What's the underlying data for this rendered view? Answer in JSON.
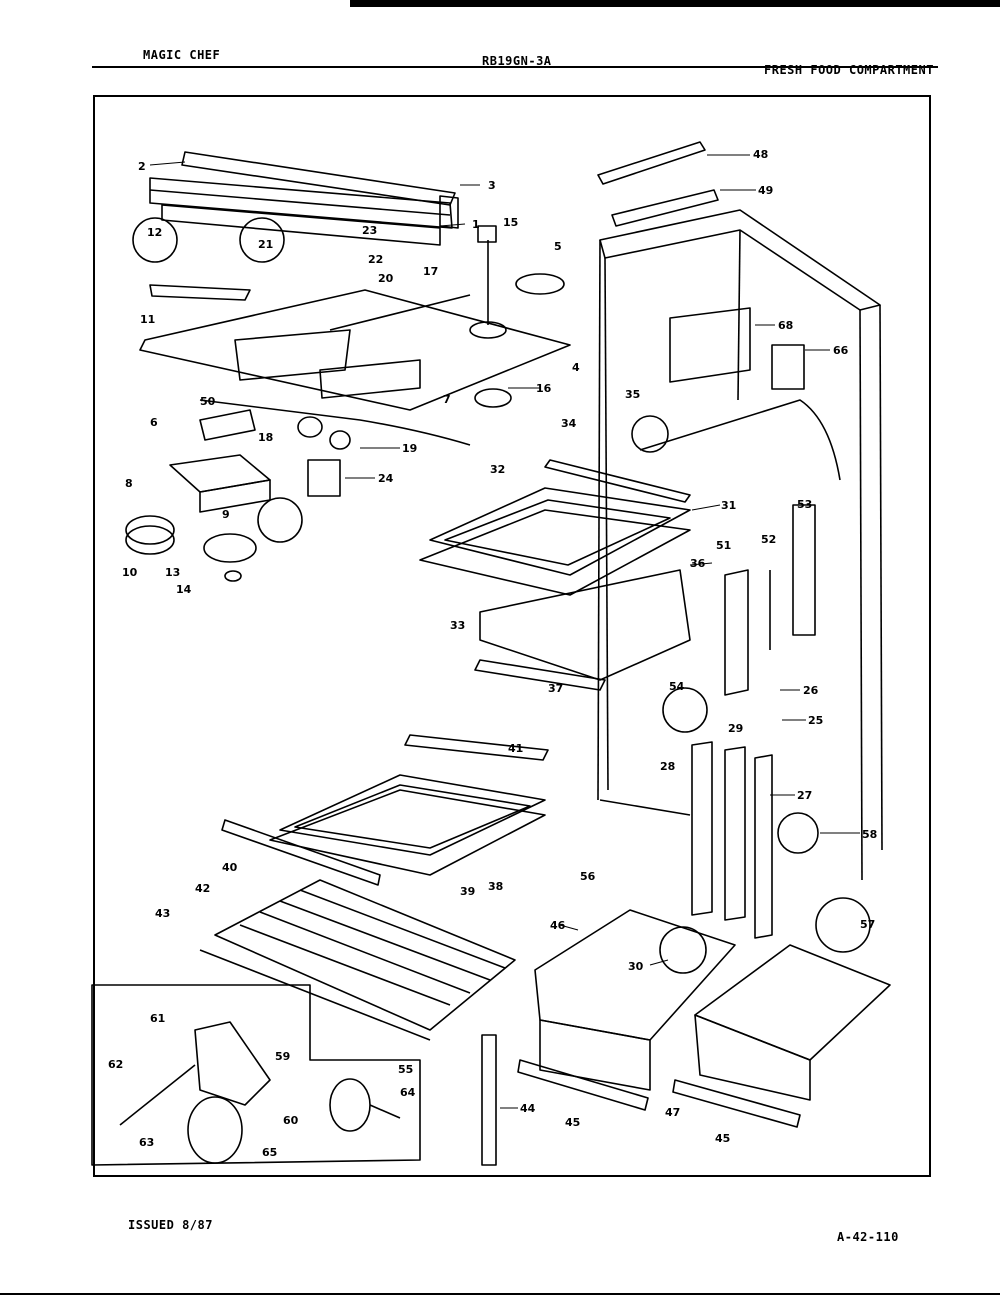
{
  "header": {
    "brand": "MAGIC CHEF",
    "model": "RB19GN-3A",
    "section": "FRESH FOOD COMPARTMENT"
  },
  "footer": {
    "issued": "ISSUED 8/87",
    "doc_number": "A-42-110"
  },
  "callouts": {
    "c2": "2",
    "c3": "3",
    "c1": "1",
    "c15": "15",
    "c23": "23",
    "c12": "12",
    "c21": "21",
    "c22": "22",
    "c20": "20",
    "c17": "17",
    "c5": "5",
    "c11": "11",
    "c4": "4",
    "c50": "50",
    "c16": "16",
    "c6": "6",
    "c7": "7",
    "c18": "18",
    "c19": "19",
    "c8": "8",
    "c24": "24",
    "c9": "9",
    "c10": "10",
    "c13": "13",
    "c14": "14",
    "c48": "48",
    "c49": "49",
    "c68": "68",
    "c66": "66",
    "c35": "35",
    "c34": "34",
    "c32": "32",
    "c31": "31",
    "c53": "53",
    "c52": "52",
    "c51": "51",
    "c36": "36",
    "c33": "33",
    "c26": "26",
    "c37": "37",
    "c54": "54",
    "c25": "25",
    "c29": "29",
    "c41": "41",
    "c28": "28",
    "c27": "27",
    "c58": "58",
    "c40": "40",
    "c39": "39",
    "c38": "38",
    "c56": "56",
    "c42": "42",
    "c43": "43",
    "c46": "46",
    "c30": "30",
    "c57": "57",
    "c61": "61",
    "c62": "62",
    "c59": "59",
    "c55": "55",
    "c64": "64",
    "c63": "63",
    "c60": "60",
    "c65": "65",
    "c44": "44",
    "c45": "45",
    "c47": "47",
    "c45b": "45"
  }
}
